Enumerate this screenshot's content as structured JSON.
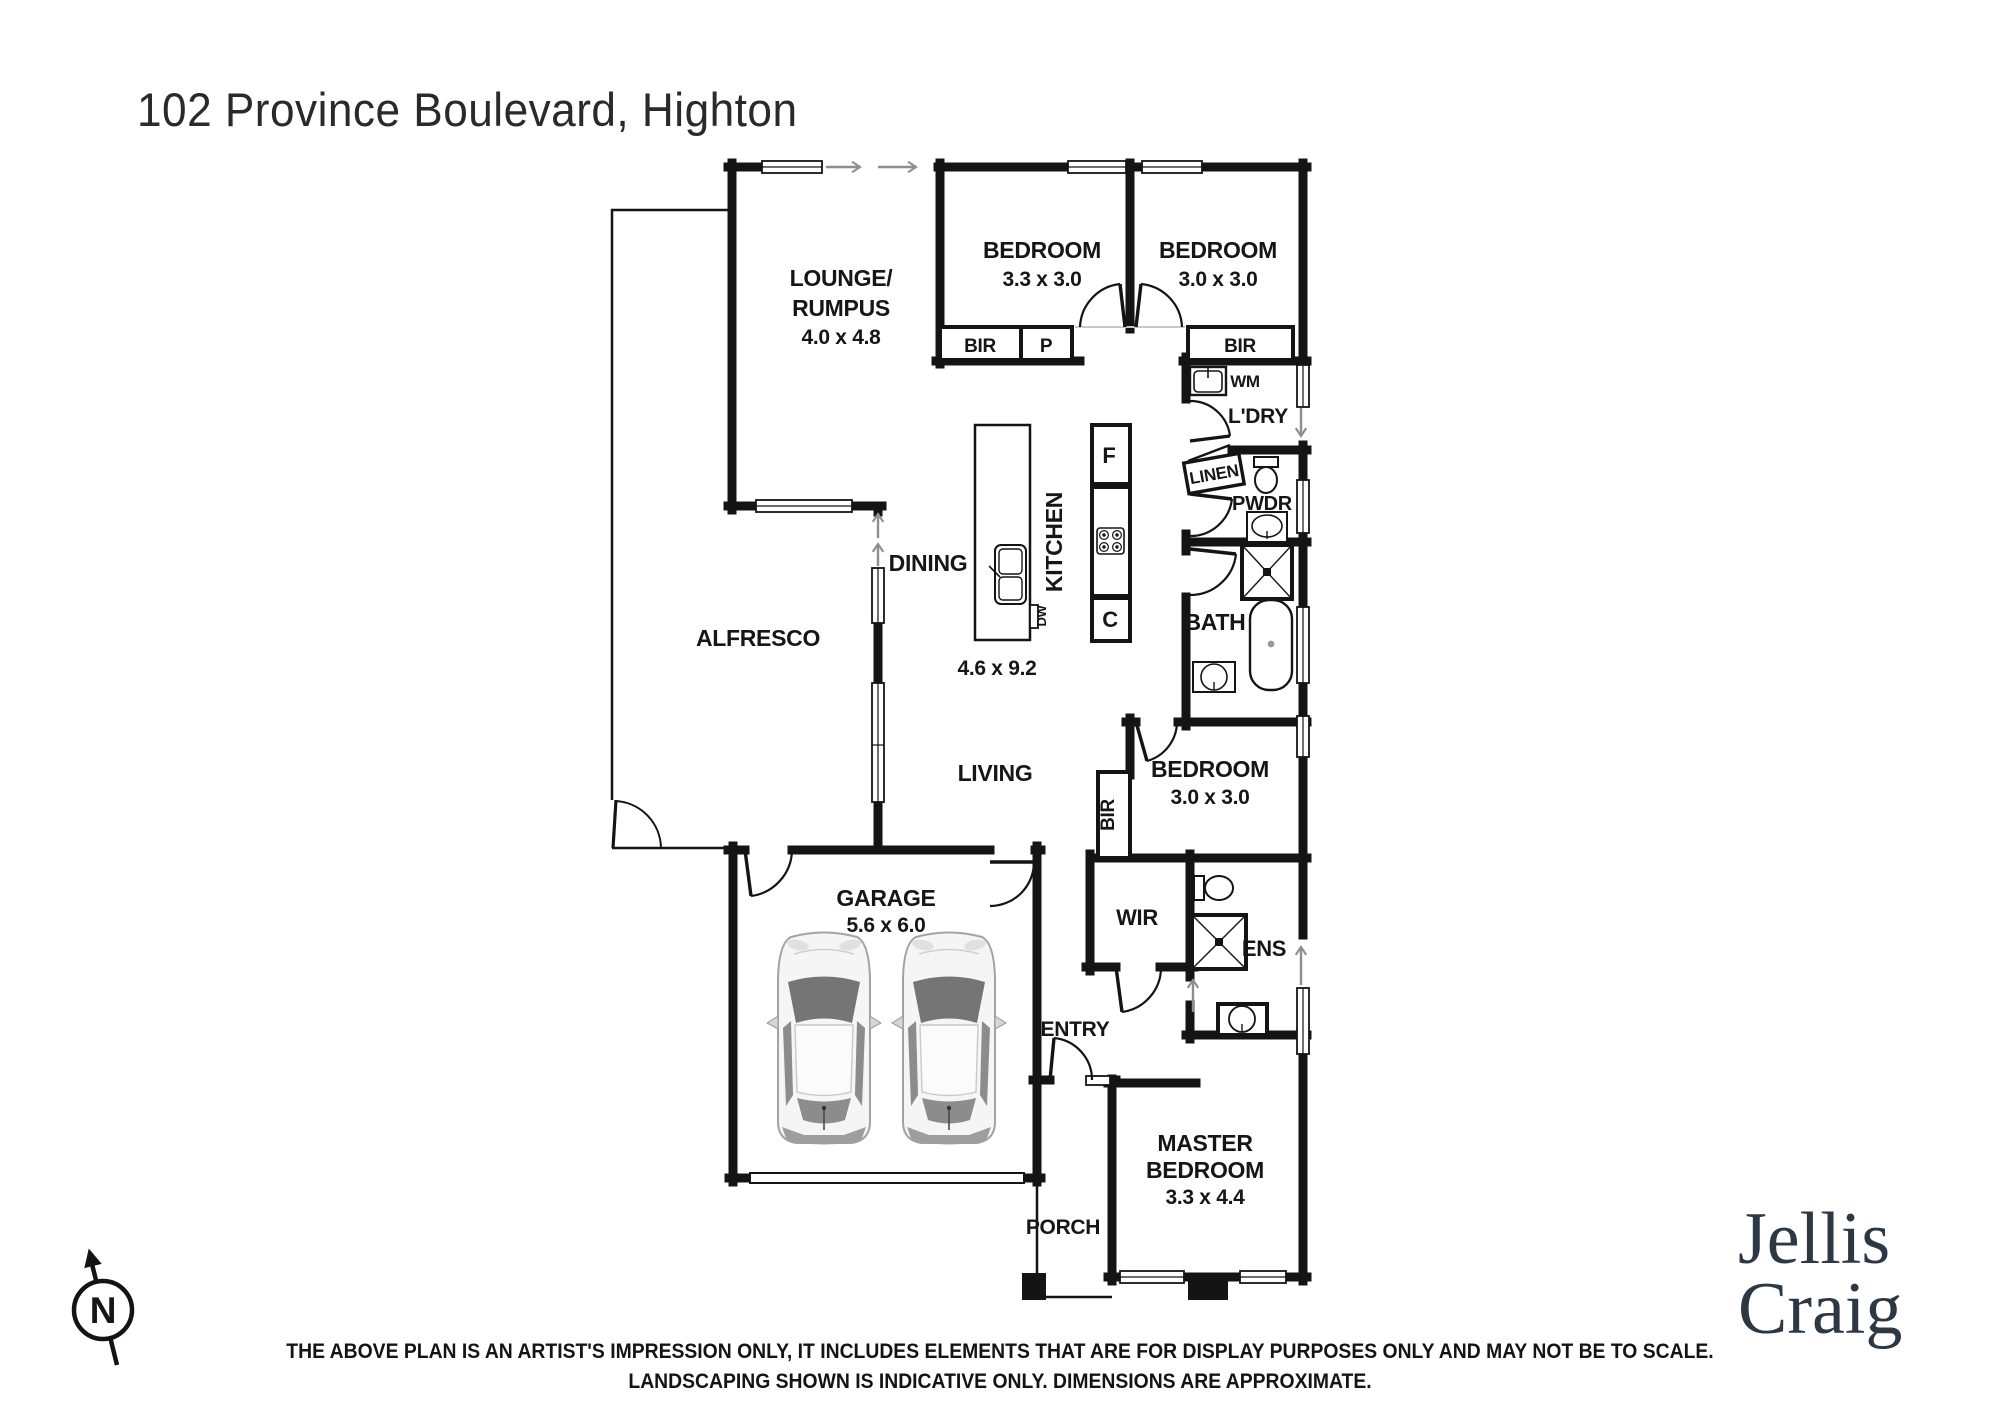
{
  "page": {
    "title": "102 Province Boulevard, Highton"
  },
  "plan": {
    "rooms": {
      "lounge": {
        "name_line1": "LOUNGE/",
        "name_line2": "RUMPUS",
        "dims": "4.0 x 4.8"
      },
      "bedroom1": {
        "name": "BEDROOM",
        "dims": "3.3 x 3.0"
      },
      "bedroom2": {
        "name": "BEDROOM",
        "dims": "3.0 x 3.0"
      },
      "bedroom3": {
        "name": "BEDROOM",
        "dims": "3.0 x 3.0"
      },
      "master_bedroom": {
        "name_line1": "MASTER",
        "name_line2": "BEDROOM",
        "dims": "3.3 x 4.4"
      },
      "garage": {
        "name": "GARAGE",
        "dims": "5.6 x 6.0"
      },
      "open_plan": {
        "dining": "DINING",
        "kitchen": "KITCHEN",
        "living": "LIVING",
        "dims": "4.6 x 9.2"
      },
      "alfresco": {
        "name": "ALFRESCO"
      },
      "laundry": {
        "name": "L'DRY"
      },
      "linen": {
        "name": "LINEN"
      },
      "powder": {
        "name": "PWDR"
      },
      "bath": {
        "name": "BATH"
      },
      "wir": {
        "name": "WIR"
      },
      "ensuite": {
        "name": "ENS"
      },
      "entry": {
        "name": "ENTRY"
      },
      "porch": {
        "name": "PORCH"
      }
    },
    "fixtures": {
      "bir_bed1": "BIR",
      "pantry": "P",
      "bir_bed2": "BIR",
      "bir_bed3": "BIR",
      "washing_machine": "WM",
      "fridge": "F",
      "cupboard": "C",
      "dishwasher": "DW"
    },
    "compass": {
      "label": "N"
    }
  },
  "footer": {
    "disclaimer_line1": "THE ABOVE PLAN IS AN ARTIST'S IMPRESSION ONLY, IT INCLUDES ELEMENTS THAT ARE FOR DISPLAY PURPOSES ONLY AND MAY NOT BE TO SCALE.",
    "disclaimer_line2": "LANDSCAPING SHOWN IS INDICATIVE ONLY. DIMENSIONS ARE APPROXIMATE."
  },
  "branding": {
    "logo_line1": "Jellis",
    "logo_line2": "Craig"
  },
  "colors": {
    "wall": "#141414",
    "arrow": "#8e8e8e",
    "logo": "#2d3845",
    "text": "#161616"
  }
}
